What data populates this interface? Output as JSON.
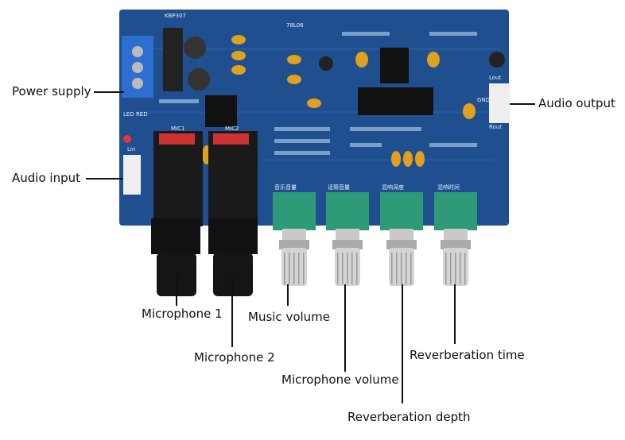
{
  "labels": {
    "power_supply": "Power supply",
    "audio_input": "Audio input",
    "audio_output": "Audio output",
    "microphone_1": "Microphone 1",
    "microphone_2": "Microphone 2",
    "music_volume": "Music volume",
    "microphone_volume": "Microphone volume",
    "reverberation_depth": "Reverberation depth",
    "reverberation_time": "Reverberation time"
  },
  "silkscreen": {
    "bridge": "KBP307",
    "regulator": "78L06",
    "led": "LED RED",
    "mic1": "MIC1",
    "mic2": "MIC2",
    "lin": "Lin",
    "lout": "Lout",
    "rout": "Rout",
    "gnd": "GND",
    "pot1": "音乐音量",
    "pot2": "话筒音量",
    "pot3": "混响深度",
    "pot4": "混响时间"
  },
  "colors": {
    "board": "#1f4f8f",
    "pot": "#2f9a78",
    "jack": "#1a1a1a"
  }
}
